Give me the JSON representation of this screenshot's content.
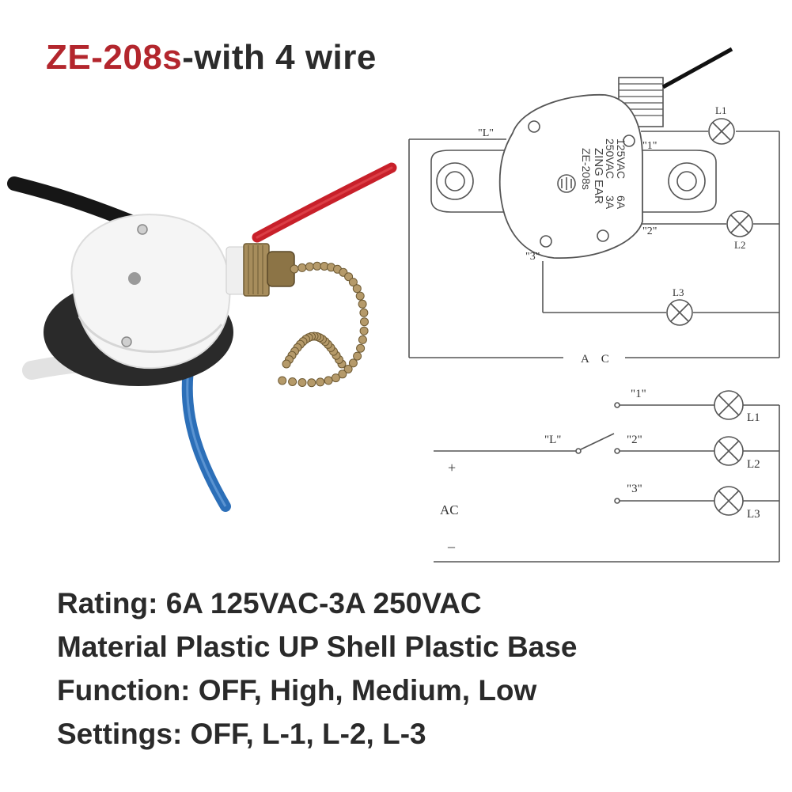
{
  "title": {
    "model": "ZE-208s",
    "suffix": "-with 4 wire"
  },
  "specs": [
    "Rating: 6A 125VAC-3A 250VAC",
    "Material Plastic UP Shell Plastic Base",
    "Function: OFF, High, Medium, Low",
    "Settings: OFF, L-1, L-2, L-3"
  ],
  "top_diagram": {
    "switch_markings": [
      "ZING EAR",
      "ZE-208s",
      "250VAC",
      "125VAC",
      "3A",
      "6A"
    ],
    "terminals": [
      "\"L\"",
      "\"1\"",
      "\"2\"",
      "\"3\""
    ],
    "lamps": [
      "L1",
      "L2",
      "L3"
    ],
    "supply_label": "A C"
  },
  "schematic": {
    "terminals": [
      "\"1\"",
      "\"2\"",
      "\"3\"",
      "\"L\""
    ],
    "lamps": [
      "L1",
      "L2",
      "L3"
    ],
    "supply_label": "AC",
    "plus": "+",
    "minus": "_"
  },
  "colors": {
    "model": "#b3262d",
    "text": "#2a2a2a",
    "wire_black": "#161616",
    "wire_red": "#c8202a",
    "wire_blue": "#2c6fb8",
    "wire_white": "#f2f2f2",
    "chain": "#b59a6a"
  }
}
